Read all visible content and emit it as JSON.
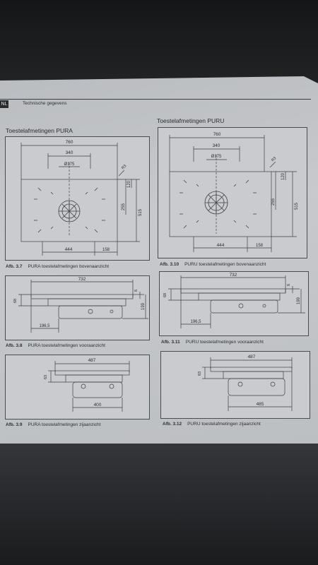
{
  "header": {
    "lang": "NL",
    "section": "Technische gegevens"
  },
  "pura": {
    "title": "Toestelafmetingen PURA",
    "top": {
      "dims": {
        "w760": "760",
        "w340": "340",
        "dia": "Ø175",
        "r": "R3",
        "h120": "120",
        "h255": "255",
        "h515": "515",
        "w444": "444",
        "w158": "158"
      },
      "caption_num": "Afb. 3.7",
      "caption_text": "PURA toestelafmetingen bovenaanzicht"
    },
    "front": {
      "dims": {
        "w732": "732",
        "h68": "68",
        "h6": "6",
        "h199": "199",
        "w196": "196,5"
      },
      "caption_num": "Afb. 3.8",
      "caption_text": "PURA toestelafmetingen vooraanzicht"
    },
    "side": {
      "dims": {
        "w487": "487",
        "h63": "63",
        "w400": "400"
      },
      "caption_num": "Afb. 3.9",
      "caption_text": "PURA toestelafmetingen zijaanzicht"
    }
  },
  "puru": {
    "title": "Toestelafmetingen PURU",
    "top": {
      "dims": {
        "w760": "760",
        "w340": "340",
        "dia": "Ø175",
        "r": "R3",
        "h120": "120",
        "h255": "255",
        "h515": "515",
        "w444": "444",
        "w158": "158"
      },
      "caption_num": "Afb. 3.10",
      "caption_text": "PURU toestelafmetingen bovenaanzicht"
    },
    "front": {
      "dims": {
        "w732": "732",
        "h68": "68",
        "h6": "6",
        "h199": "199",
        "w196": "196,5"
      },
      "caption_num": "Afb. 3.11",
      "caption_text": "PURU toestelafmetingen vooraanzicht"
    },
    "side": {
      "dims": {
        "w487": "487",
        "h63": "63",
        "w485": "485"
      },
      "caption_num": "Afb. 3.12",
      "caption_text": "PURU toestelafmetingen zijaanzicht"
    }
  }
}
